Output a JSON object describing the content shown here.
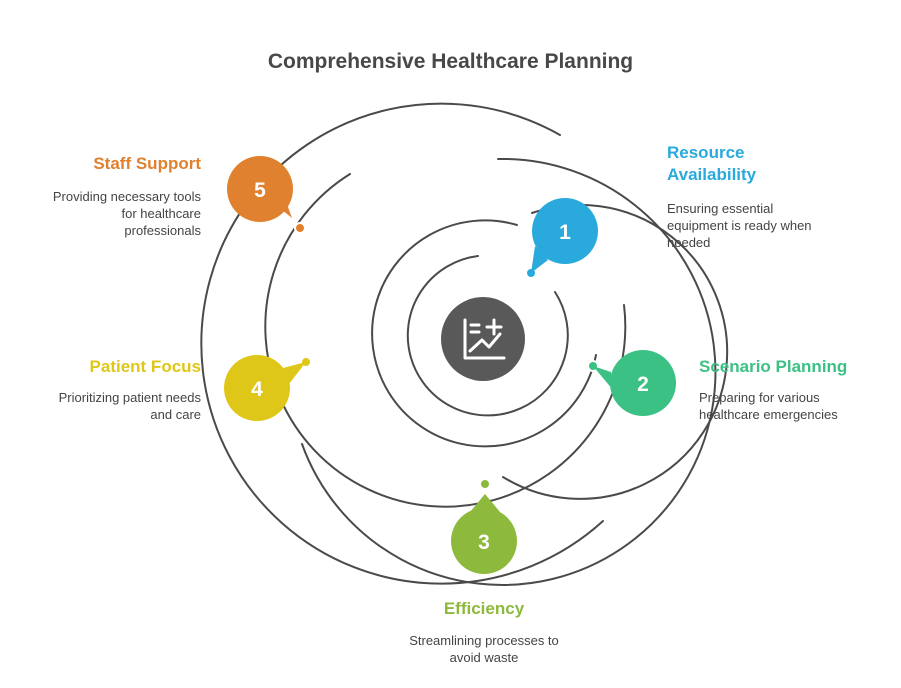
{
  "title": "Comprehensive Healthcare Planning",
  "center_icon": "chart-plus-icon",
  "items": [
    {
      "number": "1",
      "title": "Resource Availability",
      "title_line1": "Resource",
      "title_line2": "Availability",
      "description_lines": [
        "Ensuring essential",
        "equipment is ready when",
        "needed"
      ],
      "color": "#2aaadc"
    },
    {
      "number": "2",
      "title": "Scenario Planning",
      "description_lines": [
        "Preparing for various",
        "healthcare emergencies"
      ],
      "color": "#3cc184"
    },
    {
      "number": "3",
      "title": "Efficiency",
      "description_lines": [
        "Streamlining processes to",
        "avoid waste"
      ],
      "color": "#8dba3c"
    },
    {
      "number": "4",
      "title": "Patient Focus",
      "description_lines": [
        "Prioritizing patient needs",
        "and care"
      ],
      "color": "#dfc719"
    },
    {
      "number": "5",
      "title": "Staff Support",
      "description_lines": [
        "Providing necessary tools",
        "for healthcare",
        "professionals"
      ],
      "color": "#e0812f"
    }
  ],
  "colors": {
    "ring": "#4a4a4a",
    "center": "#595959"
  }
}
